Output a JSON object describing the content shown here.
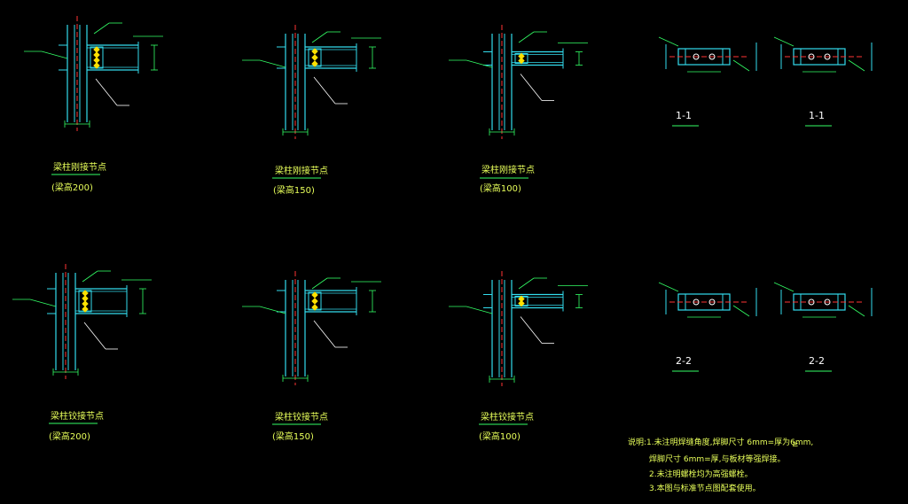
{
  "colors": {
    "background": "#000000",
    "member": "#33ddee",
    "annotation": "#33ff66",
    "caption": "#e8ff5a",
    "bolt": "#ffe000",
    "centerline": "#ff3333",
    "leader": "#ffffff"
  },
  "nodes": [
    {
      "title": "梁柱刚接节点",
      "subtitle": "(梁高200)",
      "type": "full-height"
    },
    {
      "title": "梁柱刚接节点",
      "subtitle": "(梁高150)",
      "type": "mid"
    },
    {
      "title": "梁柱刚接节点",
      "subtitle": "(梁高100)",
      "type": "side"
    },
    {
      "title": "梁柱铰接节点",
      "subtitle": "(梁高200)",
      "type": "full-height"
    },
    {
      "title": "梁柱铰接节点",
      "subtitle": "(梁高150)",
      "type": "mid"
    },
    {
      "title": "梁柱铰接节点",
      "subtitle": "(梁高100)",
      "type": "side"
    }
  ],
  "sections": [
    {
      "label": "1-1"
    },
    {
      "label": "1-1"
    },
    {
      "label": "2-2"
    },
    {
      "label": "2-2"
    }
  ],
  "notes": {
    "line1": "说明:1.未注明焊缝角度,焊脚尺寸 6mm=厚为6mm,",
    "line2": "焊脚尺寸 6mm=厚,与板材等强焊接。",
    "line3": "2.未注明螺栓均为高强螺栓。",
    "line4": "3.本图与标准节点图配套使用。",
    "mark": "≥"
  }
}
